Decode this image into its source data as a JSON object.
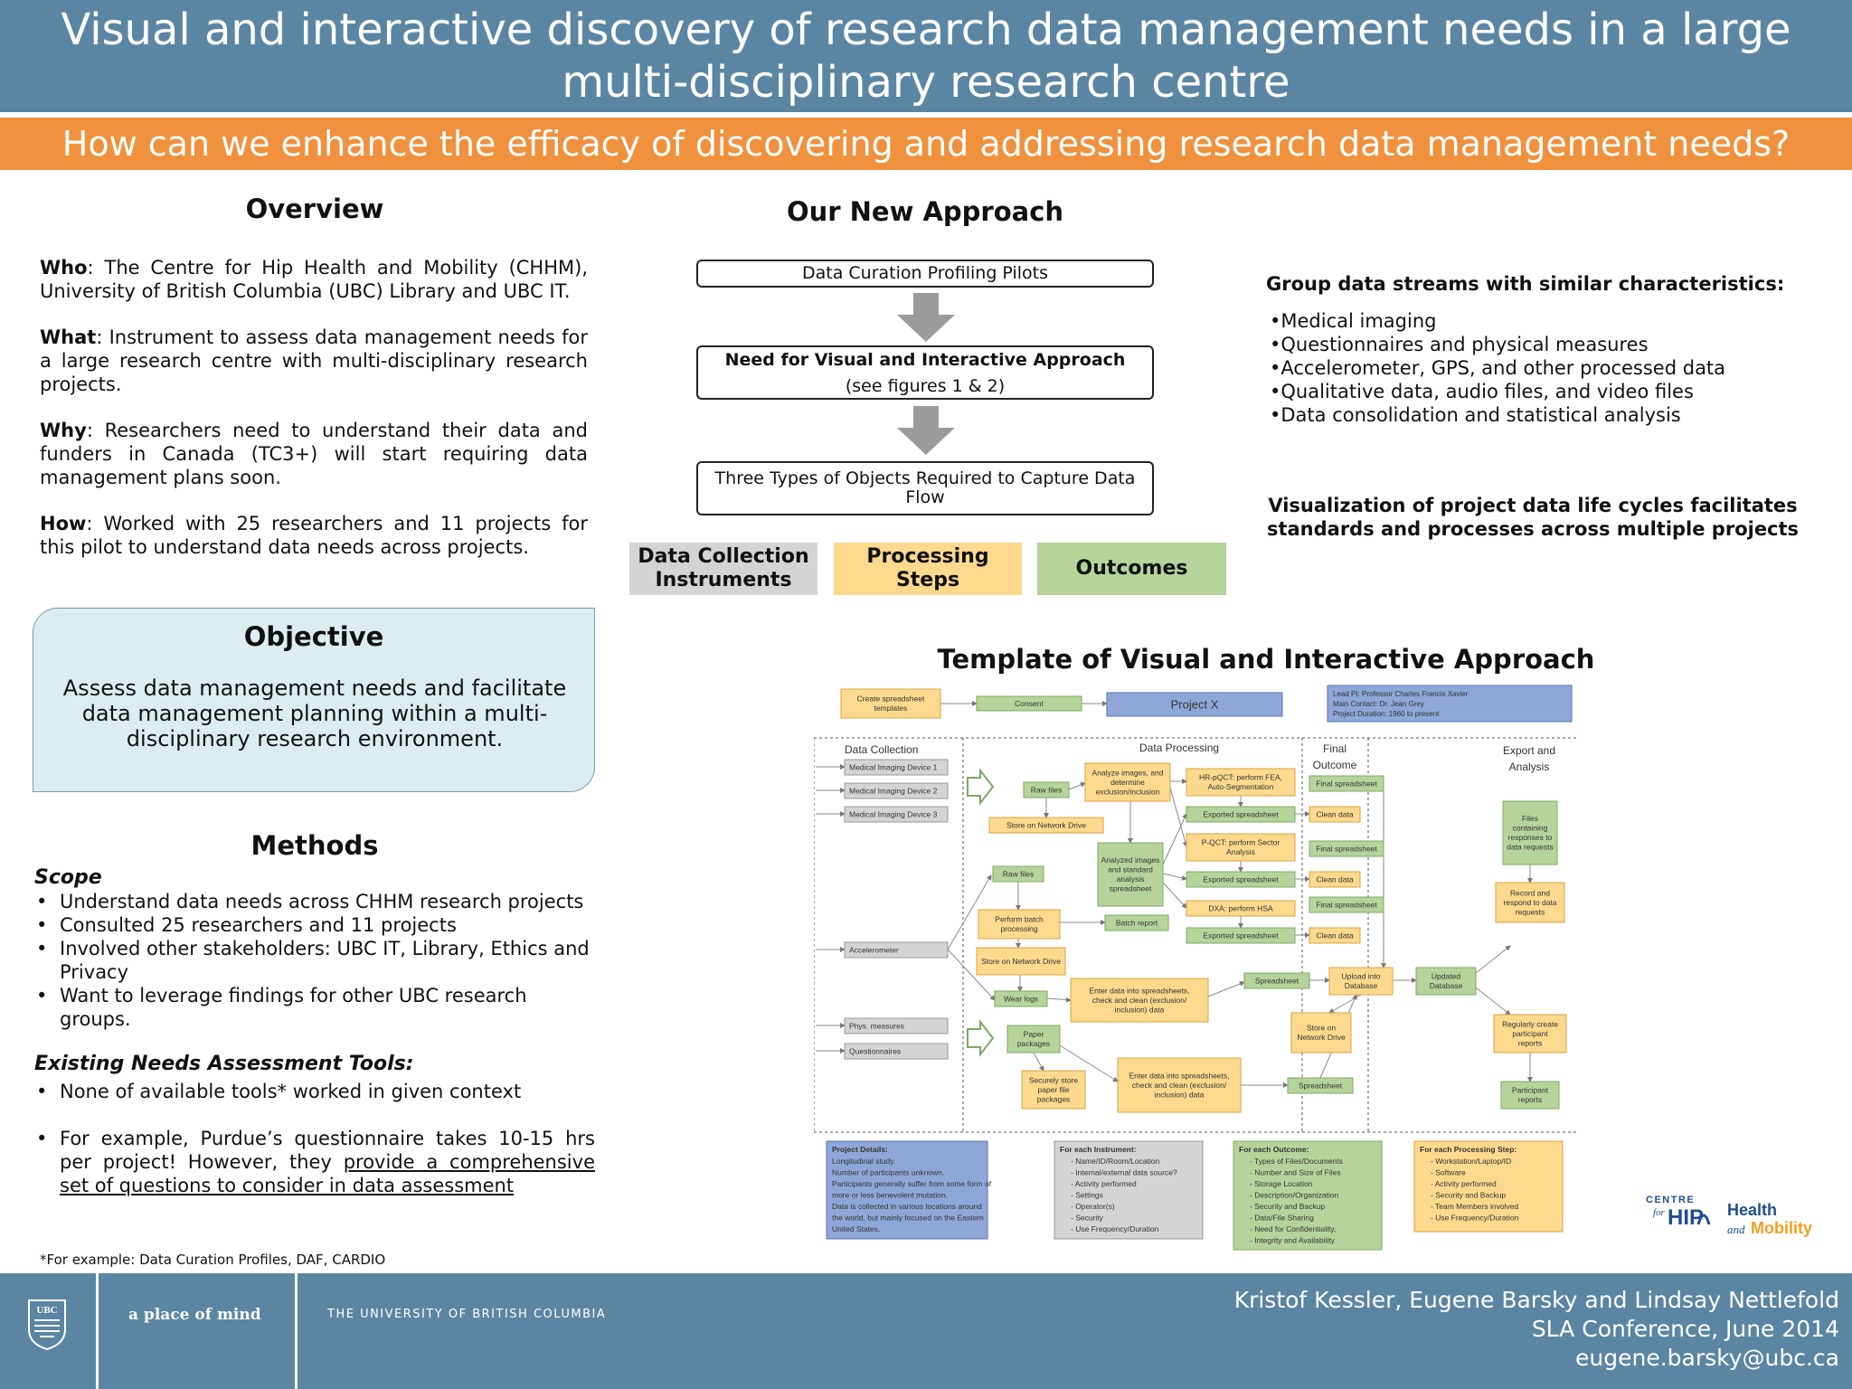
{
  "header": {
    "title_line1": "Visual and interactive discovery of research data management needs in a large",
    "title_line2": "multi-disciplinary research centre",
    "question": "How can we enhance the efficacy of discovering and addressing research data management needs?"
  },
  "overview": {
    "heading": "Overview",
    "who_label": "Who",
    "who_text": ": The Centre for Hip Health and Mobility (CHHM), University of British Columbia (UBC) Library and UBC IT.",
    "what_label": "What",
    "what_text": ": Instrument to assess data management needs for a large research centre with multi-disciplinary research projects.",
    "why_label": "Why",
    "why_text": ": Researchers need to understand their data and funders in Canada (TC3+) will start requiring data management plans soon.",
    "how_label": "How",
    "how_text": ": Worked with 25 researchers and 11 projects for this pilot to understand data needs across projects."
  },
  "objective": {
    "heading": "Objective",
    "text": "Assess data management needs and facilitate data management planning within a multi-disciplinary research environment."
  },
  "methods": {
    "heading": "Methods",
    "scope_label": "Scope",
    "scope_items": [
      "Understand data needs across CHHM research projects",
      "Consulted 25 researchers and 11 projects",
      "Involved other stakeholders: UBC IT, Library, Ethics and Privacy",
      "Want to leverage findings for other UBC research groups."
    ],
    "tools_label": "Existing Needs Assessment Tools:",
    "tools_item1": "None of available tools* worked in given context",
    "tools_item2_prefix": "For example, Purdue’s questionnaire takes 10-15 hrs per project! However, they ",
    "tools_item2_link": "provide a comprehensive set of questions to consider in data assessment",
    "footnote": "*For example: Data Curation Profiles, DAF, CARDIO"
  },
  "approach": {
    "heading": "Our New Approach",
    "step1": "Data Curation Profiling Pilots",
    "step2_title": "Need for Visual and Interactive Approach",
    "step2_sub": "(see figures 1 & 2)",
    "step3": "Three Types of Objects Required to Capture Data Flow",
    "categories": [
      {
        "label": "Data Collection Instruments",
        "color": "#d4d4d4"
      },
      {
        "label": "Processing Steps",
        "color": "#fdd98e"
      },
      {
        "label": "Outcomes",
        "color": "#b6d49a"
      }
    ]
  },
  "grouping": {
    "heading": "Group data streams with similar characteristics:",
    "items": [
      "Medical imaging",
      "Questionnaires and physical measures",
      "Accelerometer, GPS, and other processed data",
      "Qualitative data, audio files, and video files",
      "Data consolidation and statistical analysis"
    ],
    "visualization_note": "Visualization of project data life cycles facilitates standards and processes across multiple projects"
  },
  "template": {
    "heading": "Template of Visual and Interactive Approach",
    "top": {
      "create": "Create spreadsheet templates",
      "consent": "Consent",
      "project": "Project X",
      "lead": "Lead PI: Professor Charles Francis Xavier",
      "contact": "Main Contact: Dr. Jean Grey",
      "duration": "Project Duration: 1960 to present"
    },
    "columns": {
      "collection": "Data Collection",
      "processing": "Data Processing",
      "final": "Final Outcome",
      "export": "Export and Analysis"
    },
    "instruments": [
      "Medical Imaging Device 1",
      "Medical Imaging Device 2",
      "Medical Imaging Device 3",
      "Accelerometer",
      "Phys. measures",
      "Questionnaires"
    ],
    "nodes": {
      "raw_files_1": "Raw files",
      "store_network_1": "Store on Network Drive",
      "analyze": "Analyze images, and determine exclusion/inclusion",
      "hr_pqct": "HR-pQCT: perform FEA, Auto-Segmentation",
      "p_qct": "P-QCT: perform Sector Analysis",
      "dxa": "DXA: perform HSA",
      "exported_1": "Exported spreadsheet",
      "exported_2": "Exported spreadsheet",
      "exported_3": "Exported spreadsheet",
      "final_1": "Final spreadsheet",
      "final_2": "Final spreadsheet",
      "final_3": "Final spreadsheet",
      "clean_1": "Clean data",
      "clean_2": "Clean data",
      "clean_3": "Clean data",
      "analyzed": "Analyzed images and standard analysis spreadsheet",
      "raw_files_2": "Raw files",
      "batch": "Perform batch processing",
      "batch_report": "Batch report",
      "store_network_2": "Store on Network Drive",
      "wear_logs": "Wear logs",
      "enter_1": "Enter data into spreadsheets, check and clean (exclusion/ inclusion) data",
      "spreadsheet_1": "Spreadsheet",
      "upload": "Upload into Database",
      "updated_db": "Updated Database",
      "store_network_3": "Store on Network Drive",
      "paper": "Paper packages",
      "securely": "Securely store paper file packages",
      "enter_2": "Enter data into spreadsheets, check and clean (exclusion/ inclusion) data",
      "spreadsheet_2": "Spreadsheet",
      "files_containing": "Files containing responses to data requests",
      "record_respond": "Record and respond to data requests",
      "regularly": "Regularly create participant reports",
      "participant_reports": "Participant reports"
    },
    "legend": {
      "project": {
        "title": "Project Details:",
        "lines": [
          "Longitudinal study.",
          "Number of participants unknown.",
          "Participants generally suffer from some form of",
          "more or less benevolent mutation.",
          "Data is collected in various locations around",
          "the world, but mainly focused on the Eastern",
          "United States."
        ]
      },
      "instrument": {
        "title": "For each Instrument:",
        "lines": [
          "Name/ID/Room/Location",
          "Internal/external data source?",
          "Activity performed",
          "Settings",
          "Operator(s)",
          "Security",
          "Use Frequency/Duration"
        ]
      },
      "outcome": {
        "title": "For each Outcome:",
        "lines": [
          "Types of Files/Documents",
          "Number and Size of Files",
          "Storage Location",
          "Description/Organization",
          "Security and Backup",
          "Data/File Sharing",
          "Need for Confidentiality,",
          "Integrity and Availability"
        ]
      },
      "step": {
        "title": "For each Processing Step:",
        "lines": [
          "Workstation/Laptop/ID",
          "Software",
          "Activity performed",
          "Security and Backup",
          "Team Members involved",
          "Use Frequency/Duration"
        ]
      }
    }
  },
  "chhm_logo": {
    "centre": "CENTRE",
    "for": "for",
    "hip": "HIP",
    "health": "Health",
    "and": "and",
    "mobility": "Mobility"
  },
  "footer": {
    "ubc": "UBC",
    "motto": "a place of mind",
    "university": "THE UNIVERSITY OF BRITISH COLUMBIA",
    "authors": "Kristof Kessler, Eugene Barsky and Lindsay Nettlefold",
    "conference": "SLA Conference,  June 2014",
    "email": "eugene.barsky@ubc.ca"
  },
  "colors": {
    "banner": "#5b86a3",
    "question_bar": "#f0913e",
    "objective_bg": "#dcedf1",
    "instrument": "#d4d4d4",
    "processing": "#fdd98e",
    "outcome": "#b6d49a",
    "project_box": "#8fa7d8"
  }
}
